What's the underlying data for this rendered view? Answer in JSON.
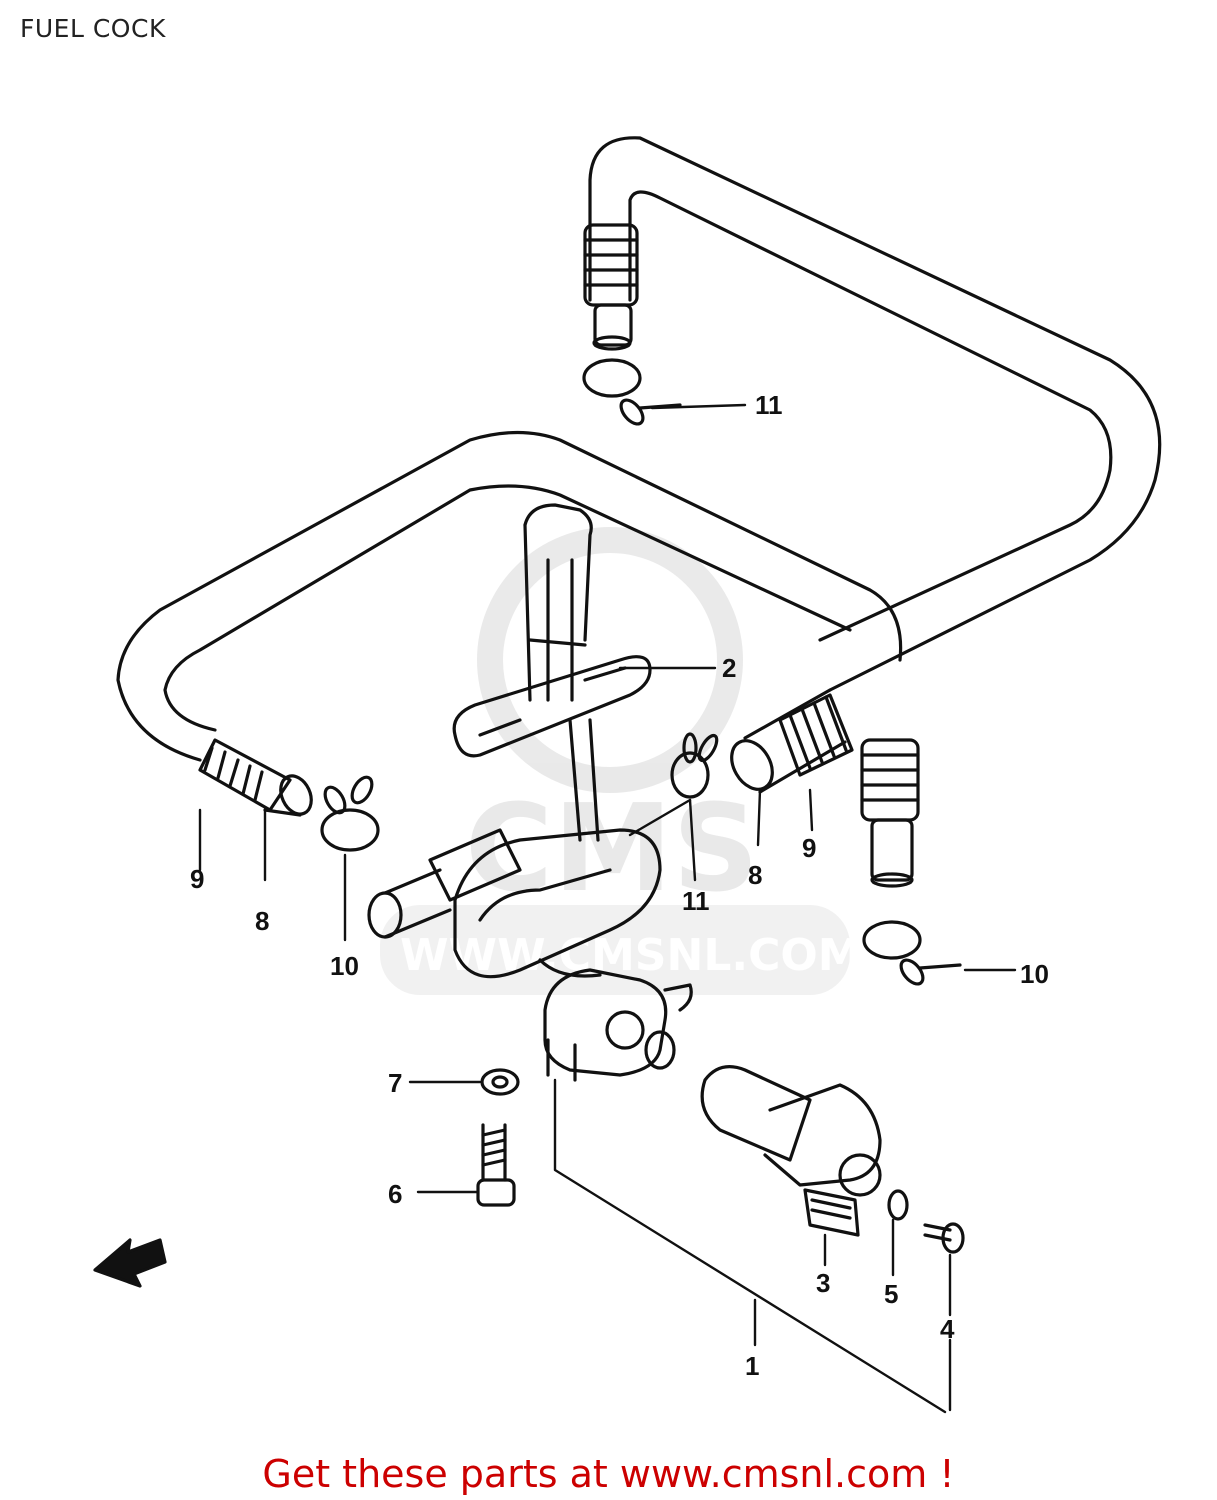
{
  "title": "FUEL COCK",
  "watermark": {
    "brand": "CMS",
    "url": "WWW.CMSNL.COM",
    "color": "#d8d8d8"
  },
  "callouts": [
    {
      "id": "c1",
      "text": "1"
    },
    {
      "id": "c2",
      "text": "2"
    },
    {
      "id": "c3",
      "text": "3"
    },
    {
      "id": "c4",
      "text": "4"
    },
    {
      "id": "c5",
      "text": "5"
    },
    {
      "id": "c6",
      "text": "6"
    },
    {
      "id": "c7",
      "text": "7"
    },
    {
      "id": "c8a",
      "text": "8"
    },
    {
      "id": "c8b",
      "text": "8"
    },
    {
      "id": "c9a",
      "text": "9"
    },
    {
      "id": "c9b",
      "text": "9"
    },
    {
      "id": "c10a",
      "text": "10"
    },
    {
      "id": "c10b",
      "text": "10"
    },
    {
      "id": "c11a",
      "text": "11"
    },
    {
      "id": "c11b",
      "text": "11"
    }
  ],
  "footer": {
    "text": "Get these parts at www.cmsnl.com !",
    "color": "#cc0000"
  },
  "colors": {
    "line": "#111111",
    "background": "#ffffff"
  }
}
